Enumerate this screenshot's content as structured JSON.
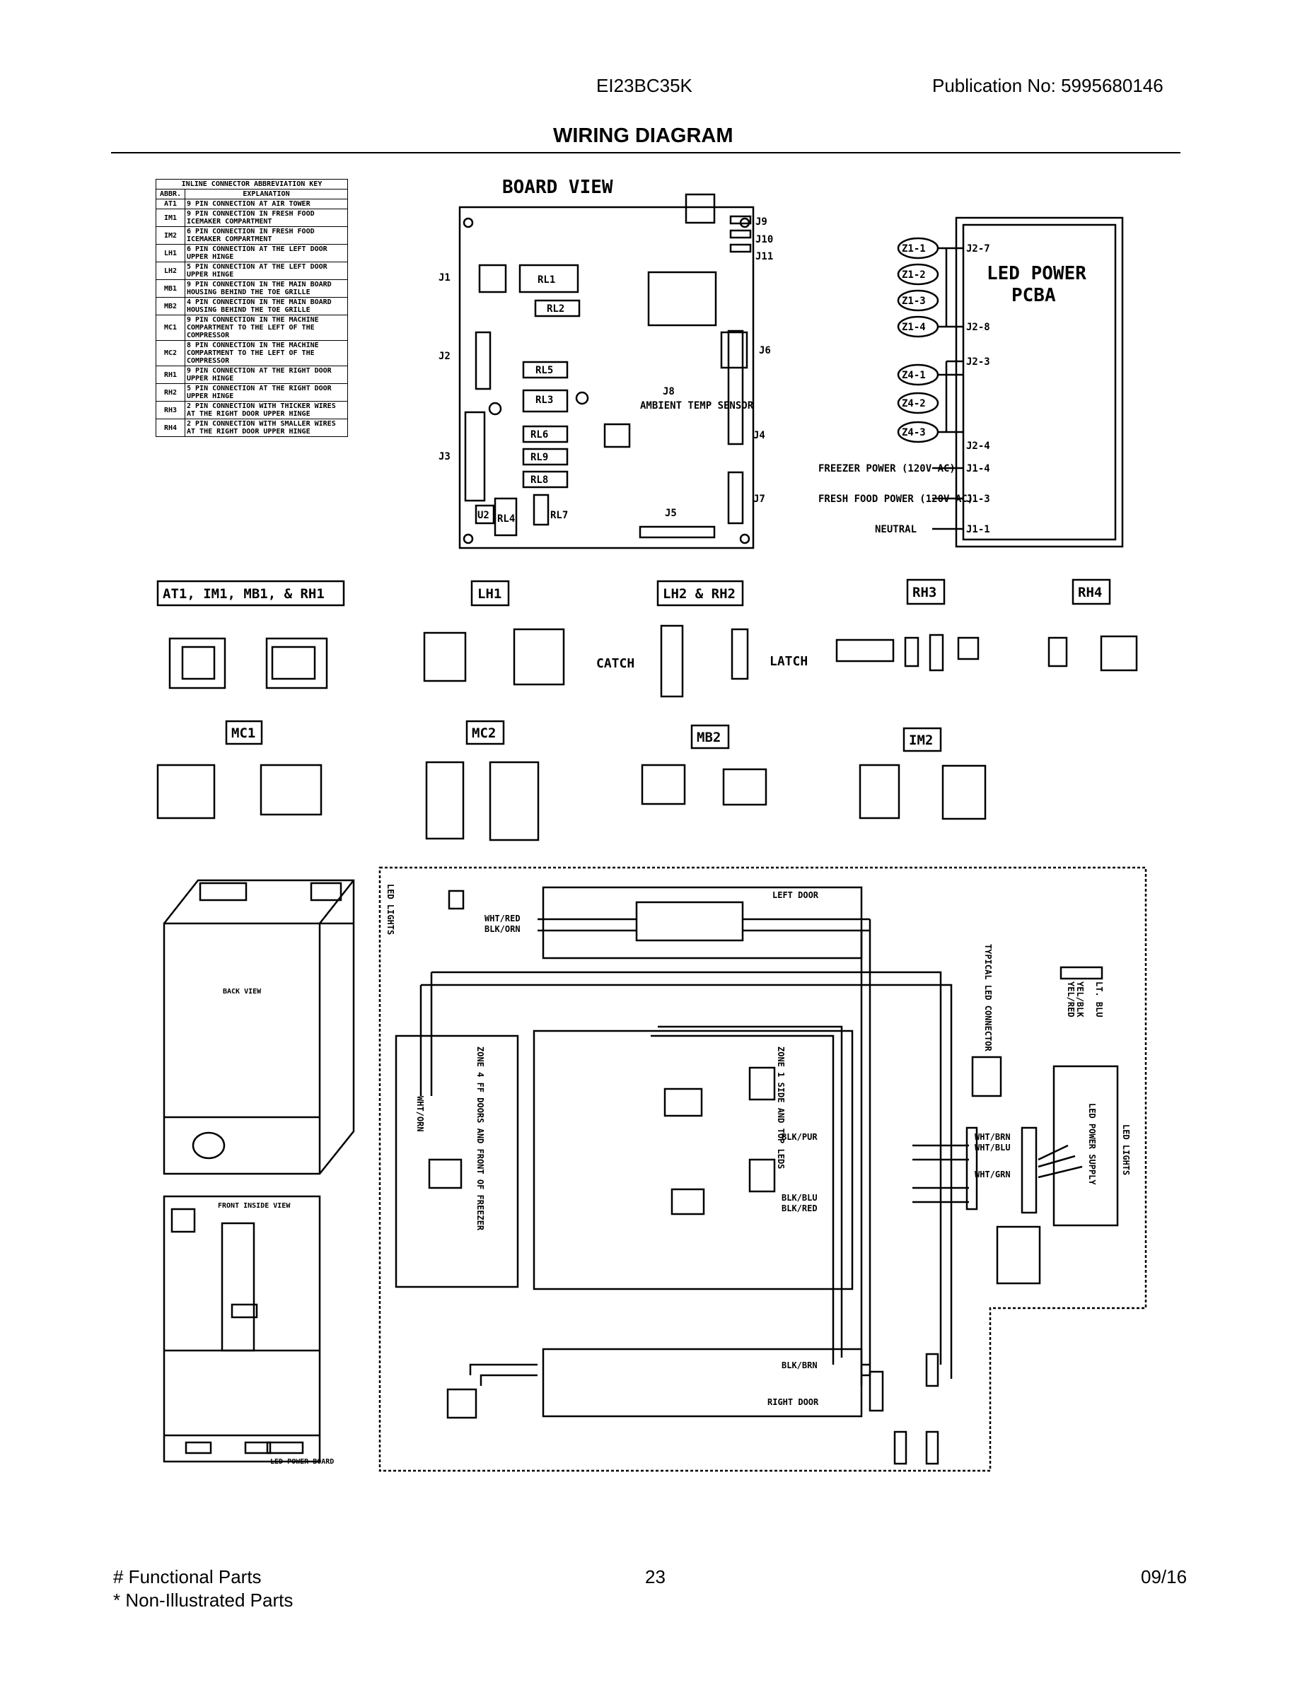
{
  "header": {
    "model": "EI23BC35K",
    "publication": "Publication No:  5995680146",
    "title": "WIRING DIAGRAM"
  },
  "footer": {
    "functional": "# Functional Parts",
    "non_illustrated": "* Non-Illustrated Parts",
    "page": "23",
    "date": "09/16"
  },
  "key": {
    "title": "INLINE CONNECTOR ABBREVIATION KEY",
    "col_abbr": "ABBR.",
    "col_expl": "EXPLANATION",
    "rows": [
      {
        "abbr": "AT1",
        "text": "9 PIN CONNECTION AT AIR TOWER"
      },
      {
        "abbr": "IM1",
        "text": "9 PIN CONNECTION IN FRESH FOOD ICEMAKER COMPARTMENT"
      },
      {
        "abbr": "IM2",
        "text": "6 PIN CONNECTION IN FRESH FOOD ICEMAKER COMPARTMENT"
      },
      {
        "abbr": "LH1",
        "text": "6 PIN CONNECTION AT THE LEFT DOOR UPPER HINGE"
      },
      {
        "abbr": "LH2",
        "text": "5 PIN CONNECTION AT THE LEFT DOOR UPPER HINGE"
      },
      {
        "abbr": "MB1",
        "text": "9 PIN CONNECTION IN THE MAIN BOARD HOUSING BEHIND THE TOE GRILLE"
      },
      {
        "abbr": "MB2",
        "text": "4 PIN CONNECTION IN THE MAIN BOARD HOUSING BEHIND THE TOE GRILLE"
      },
      {
        "abbr": "MC1",
        "text": "9 PIN CONNECTION IN THE MACHINE COMPARTMENT TO THE LEFT OF THE COMPRESSOR"
      },
      {
        "abbr": "MC2",
        "text": "8 PIN CONNECTION IN THE MACHINE COMPARTMENT TO THE LEFT OF THE COMPRESSOR"
      },
      {
        "abbr": "RH1",
        "text": "9 PIN CONNECTION AT THE RIGHT DOOR UPPER HINGE"
      },
      {
        "abbr": "RH2",
        "text": "5 PIN CONNECTION AT THE RIGHT DOOR UPPER HINGE"
      },
      {
        "abbr": "RH3",
        "text": "2 PIN CONNECTION WITH THICKER WIRES AT THE RIGHT DOOR UPPER HINGE"
      },
      {
        "abbr": "RH4",
        "text": "2 PIN CONNECTION WITH SMALLER WIRES AT THE RIGHT DOOR UPPER HINGE"
      }
    ]
  },
  "board": {
    "title": "BOARD VIEW",
    "relays": [
      "RL1",
      "RL2",
      "RL5",
      "RL3",
      "RL6",
      "RL9",
      "RL8",
      "RL4",
      "RL7",
      "U2"
    ],
    "jacks": [
      "J1",
      "J2",
      "J3",
      "J4",
      "J5",
      "J6",
      "J7",
      "J8",
      "J9",
      "J10",
      "J11"
    ],
    "sensor": "AMBIENT TEMP SENSOR"
  },
  "led_pcba": {
    "title_line1": "LED POWER",
    "title_line2": "PCBA",
    "z1": [
      "Z1-1",
      "Z1-2",
      "Z1-3",
      "Z1-4"
    ],
    "z4": [
      "Z4-1",
      "Z4-2",
      "Z4-3"
    ],
    "pins": [
      "J2-7",
      "J2-8",
      "J2-3",
      "J2-4",
      "J1-4",
      "J1-3",
      "J1-1"
    ],
    "freezer_power": "FREEZER POWER (120V AC)",
    "ff_power": "FRESH FOOD POWER (120V AC)",
    "neutral": "NEUTRAL"
  },
  "connectors": {
    "at1": "AT1, IM1, MB1, & RH1",
    "lh1": "LH1",
    "lh2": "LH2 & RH2",
    "rh3": "RH3",
    "rh4": "RH4",
    "mc1": "MC1",
    "mc2": "MC2",
    "mb2": "MB2",
    "im2": "IM2",
    "catch": "CATCH",
    "latch": "LATCH"
  },
  "cabinet": {
    "back_view": "BACK VIEW",
    "front_inside": "FRONT INSIDE VIEW",
    "led_power_board": "LED POWER BOARD"
  },
  "schematic": {
    "led_lights": "LED LIGHTS",
    "left_door": "LEFT DOOR",
    "right_door": "RIGHT DOOR",
    "zone4": "ZONE 4 FF DOORS AND FRONT OF FREEZER",
    "zone1": "ZONE 1 SIDE AND TOP LEDS",
    "typical": "TYPICAL LED CONNECTOR",
    "supply": "LED POWER SUPPLY",
    "wires": [
      "WHT/RED",
      "BLK/ORN",
      "BLK/BRN",
      "WHT/ORN",
      "BLK/PUR",
      "BLK/BLU",
      "BLK/RED",
      "WHT/BLU",
      "WHT/BRN",
      "WHT/GRN",
      "YEL/RED",
      "YEL/BLK",
      "LT. BLU"
    ]
  }
}
